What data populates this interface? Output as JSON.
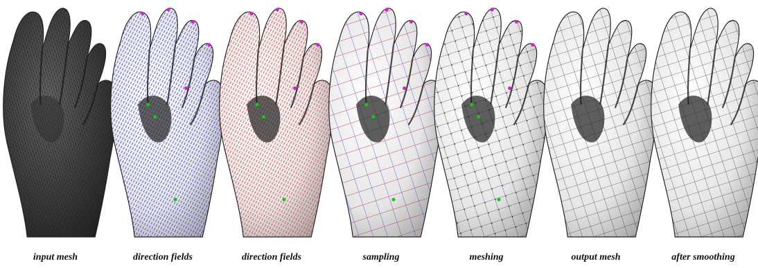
{
  "figure": {
    "panels": [
      {
        "caption": "input mesh",
        "style": "dense-mesh"
      },
      {
        "caption": "direction fields",
        "style": "field",
        "color": "#2a2ad0"
      },
      {
        "caption": "direction fields",
        "style": "field",
        "color": "#d83030"
      },
      {
        "caption": "sampling",
        "style": "sampling",
        "colors": [
          "#3a3ac8",
          "#b02a3a"
        ]
      },
      {
        "caption": "meshing",
        "style": "meshing"
      },
      {
        "caption": "output mesh",
        "style": "quad"
      },
      {
        "caption": "after smoothing",
        "style": "quad"
      }
    ],
    "colors": {
      "marker_magenta": "#d020d0",
      "marker_green": "#20c020",
      "mesh_dark": "#1a1a1a",
      "surface_light": "#f2f2f2"
    }
  }
}
